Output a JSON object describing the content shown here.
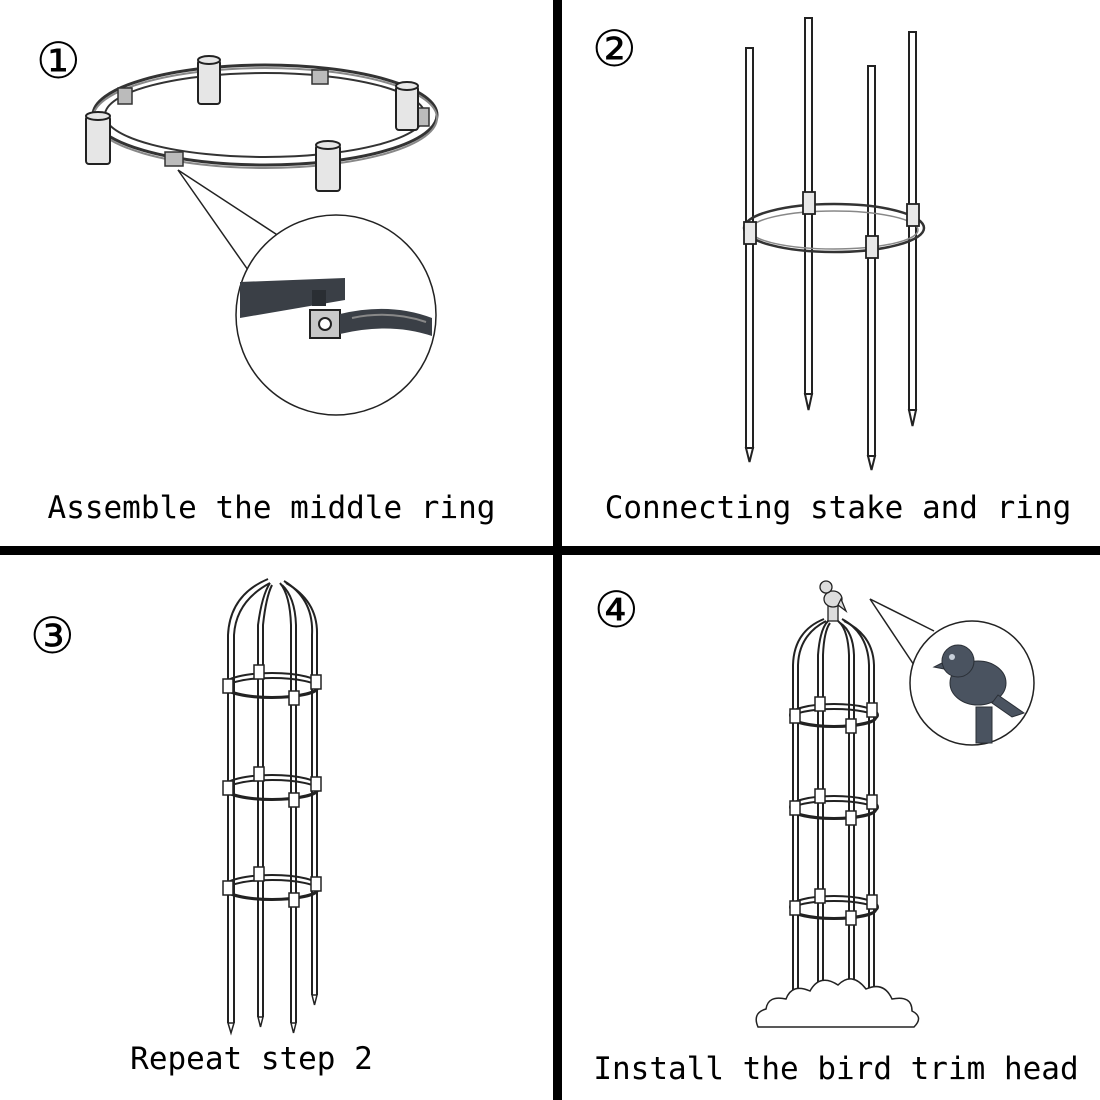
{
  "steps": [
    {
      "number": "①",
      "caption": "Assemble the middle ring"
    },
    {
      "number": "②",
      "caption": "Connecting stake and ring"
    },
    {
      "number": "③",
      "caption": "Repeat step 2"
    },
    {
      "number": "④",
      "caption": "Install the bird trim head"
    }
  ],
  "colors": {
    "line": "#000000",
    "ring_gray": "#555555",
    "part_dark": "#3a3f46",
    "bird": "#4a5360"
  }
}
